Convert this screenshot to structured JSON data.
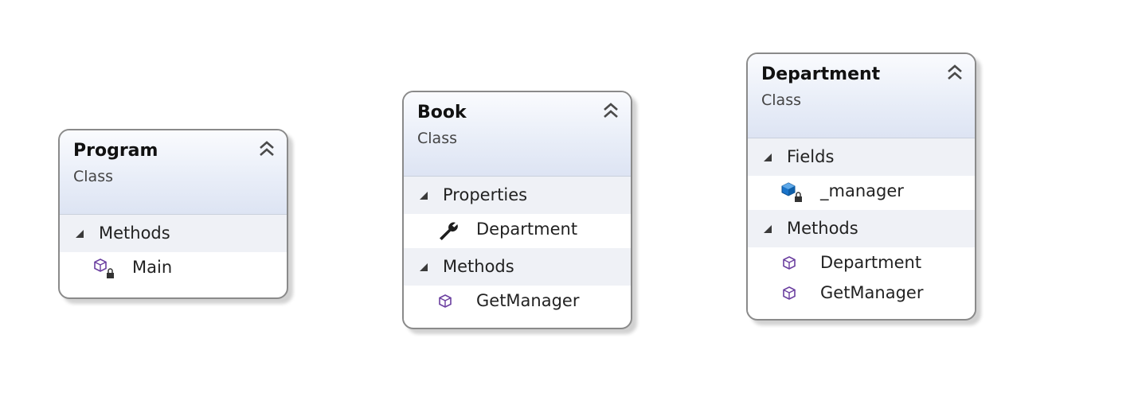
{
  "classes": [
    {
      "name": "Program",
      "kind": "Class",
      "sections": [
        {
          "label": "Methods",
          "members": [
            {
              "name": "Main",
              "icon": "private-method-icon"
            }
          ]
        }
      ]
    },
    {
      "name": "Book",
      "kind": "Class",
      "sections": [
        {
          "label": "Properties",
          "members": [
            {
              "name": "Department",
              "icon": "property-wrench-icon"
            }
          ]
        },
        {
          "label": "Methods",
          "members": [
            {
              "name": "GetManager",
              "icon": "method-icon"
            }
          ]
        }
      ]
    },
    {
      "name": "Department",
      "kind": "Class",
      "sections": [
        {
          "label": "Fields",
          "members": [
            {
              "name": "_manager",
              "icon": "private-field-icon"
            }
          ]
        },
        {
          "label": "Methods",
          "members": [
            {
              "name": "Department",
              "icon": "method-icon"
            },
            {
              "name": "GetManager",
              "icon": "method-icon"
            }
          ]
        }
      ]
    }
  ],
  "colors": {
    "method_purple": "#6b3fa0",
    "field_blue": "#1a73c9",
    "header_gradient_end": "#dde4f3",
    "section_bg": "#eff1f6",
    "border": "#8a8a8a"
  }
}
